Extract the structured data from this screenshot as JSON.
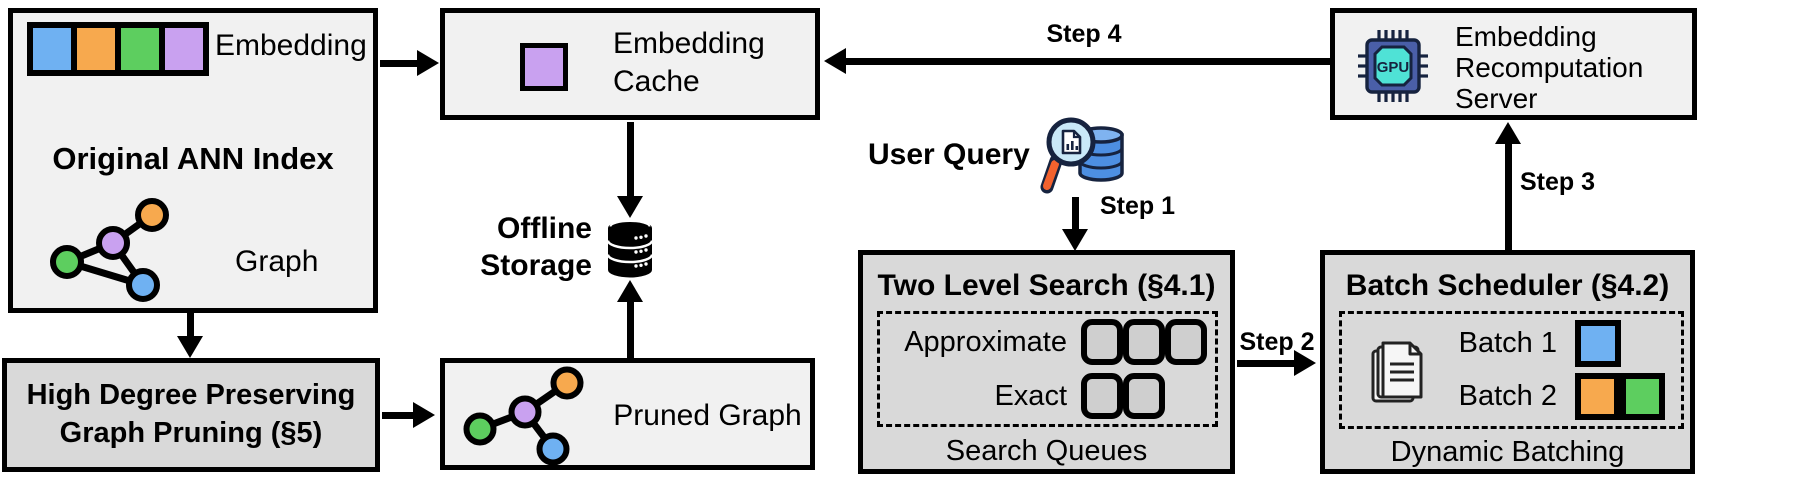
{
  "colors": {
    "blue": "#6FB1F2",
    "orange": "#F7A94E",
    "green": "#5DCE5F",
    "purple": "#C9A1F0",
    "box_light": "#F1F1F1",
    "box_grey": "#D9D9D9",
    "queue_fill": "#CFCFCF",
    "gpu_body": "#4A5FA8",
    "gpu_inner": "#4FE2D6",
    "db_blue": "#4D8FE2",
    "lens_blue": "#C9E9F8",
    "handle_orange": "#F2622E"
  },
  "boxes": {
    "original_ann_index": {
      "embedding_label": "Embedding",
      "title": "Original ANN Index",
      "graph_label": "Graph",
      "embedding_colors": [
        "blue",
        "orange",
        "green",
        "purple"
      ]
    },
    "graph_pruning": {
      "line1": "High Degree Preserving",
      "line2": "Graph Pruning (§5)"
    },
    "embedding_cache": {
      "line1": "Embedding",
      "line2": "Cache"
    },
    "offline_storage": {
      "line1": "Offline",
      "line2": "Storage"
    },
    "pruned_graph": {
      "label": "Pruned Graph"
    },
    "user_query": {
      "label": "User Query"
    },
    "two_level_search": {
      "title": "Two Level Search (§4.1)",
      "approximate_label": "Approximate",
      "exact_label": "Exact",
      "approximate_queues": 3,
      "exact_queues": 2,
      "footer": "Search Queues"
    },
    "batch_scheduler": {
      "title": "Batch Scheduler (§4.2)",
      "batch1_label": "Batch 1",
      "batch1_colors": [
        "blue"
      ],
      "batch2_label": "Batch 2",
      "batch2_colors": [
        "orange",
        "green"
      ],
      "footer": "Dynamic Batching"
    },
    "recomputation_server": {
      "line1": "Embedding",
      "line2": "Recomputation",
      "line3": "Server",
      "gpu_label": "GPU"
    }
  },
  "arrows": {
    "step1": "Step 1",
    "step2": "Step 2",
    "step3": "Step 3",
    "step4": "Step 4"
  }
}
